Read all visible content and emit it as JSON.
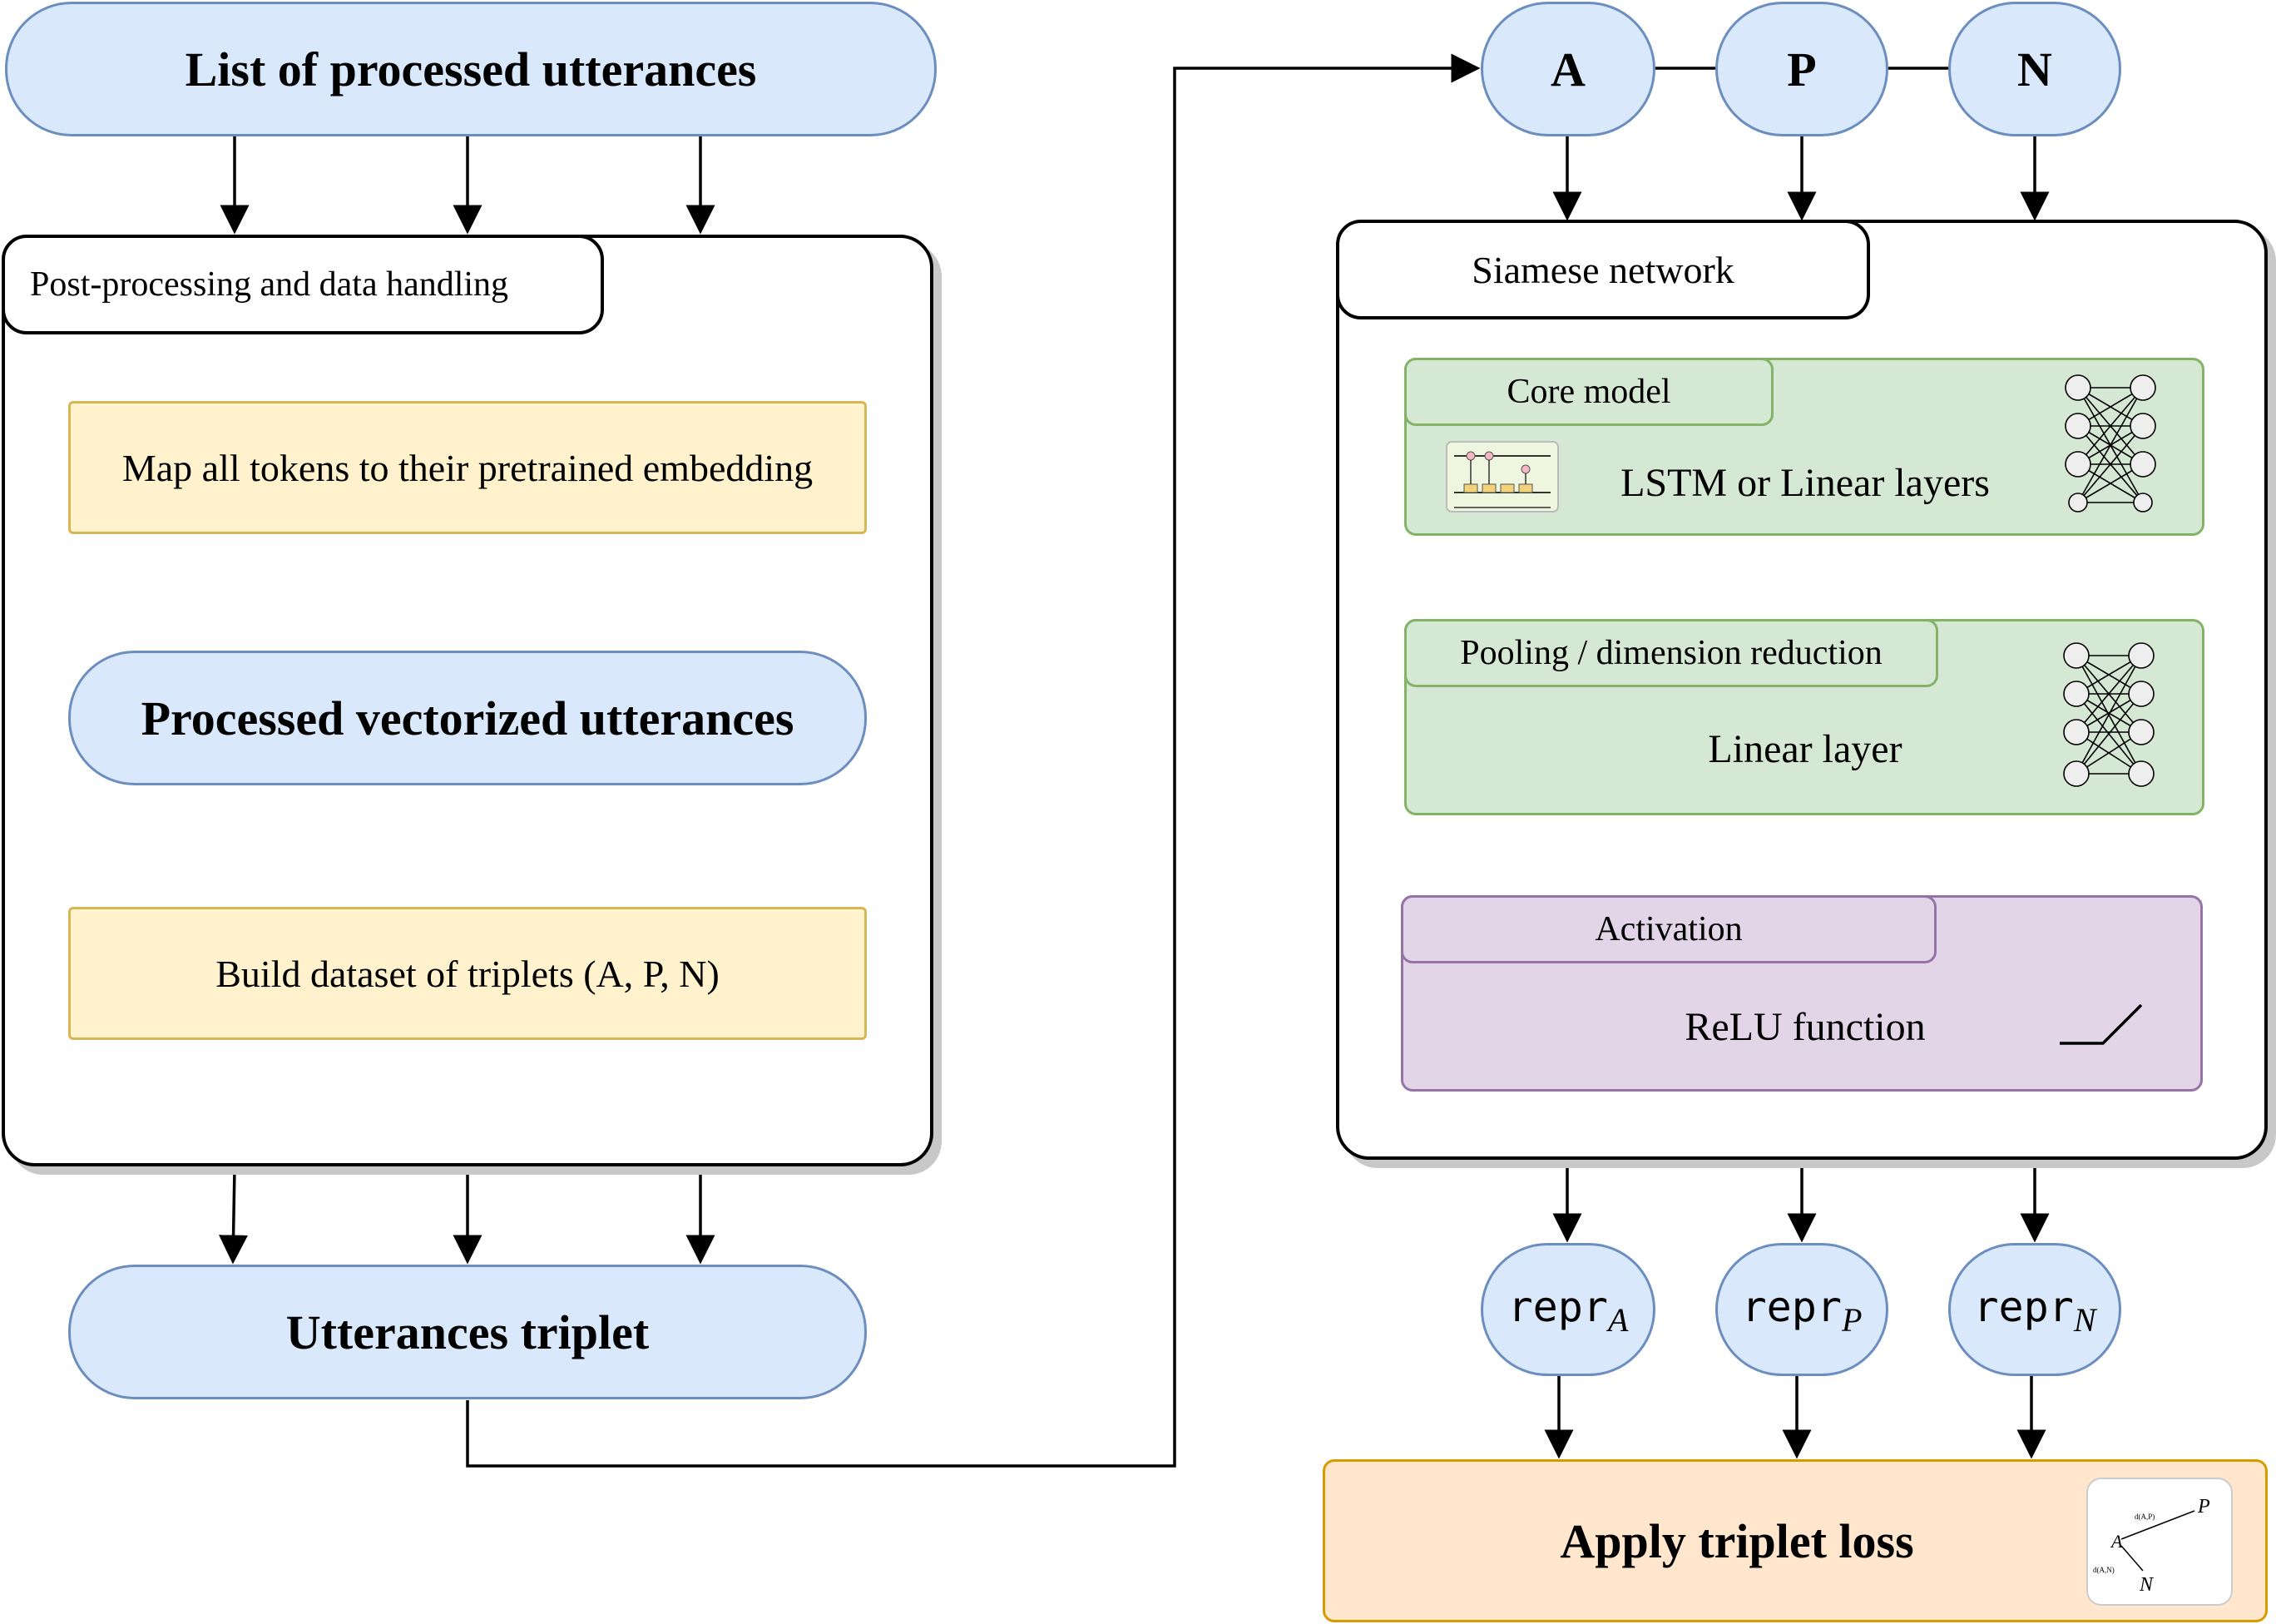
{
  "left": {
    "top_pill": "List of processed utterances",
    "container_title": "Post-processing and data handling",
    "map_box": "Map all tokens to their pretrained embedding",
    "vector_pill": "Processed vectorized utterances",
    "build_box": "Build dataset of triplets (A, P, N)",
    "triplet_pill": "Utterances triplet"
  },
  "right": {
    "inputs": [
      "A",
      "P",
      "N"
    ],
    "siamese_title": "Siamese network",
    "core": {
      "label": "Core model",
      "text": "LSTM or Linear layers"
    },
    "pooling": {
      "label": "Pooling / dimension reduction",
      "text": "Linear layer"
    },
    "activation": {
      "label": "Activation",
      "text": "ReLU function"
    },
    "outputs": [
      {
        "base": "repr",
        "sub": "A"
      },
      {
        "base": "repr",
        "sub": "P"
      },
      {
        "base": "repr",
        "sub": "N"
      }
    ],
    "loss": "Apply triplet loss",
    "loss_icon": {
      "A": "A",
      "P": "P",
      "N": "N",
      "dAP": "d(A,P)",
      "dAN": "d(A,N)"
    }
  },
  "colors": {
    "blue_fill": "#dae8fc",
    "blue_stroke": "#6c8ebf",
    "yellow_fill": "#fff2cc",
    "yellow_stroke": "#d6b656",
    "green_fill": "#d5e8d4",
    "green_stroke": "#82b366",
    "purple_fill": "#e1d5e7",
    "purple_stroke": "#9673a6",
    "orange_fill": "#ffe6cc",
    "orange_stroke": "#d79b00"
  }
}
